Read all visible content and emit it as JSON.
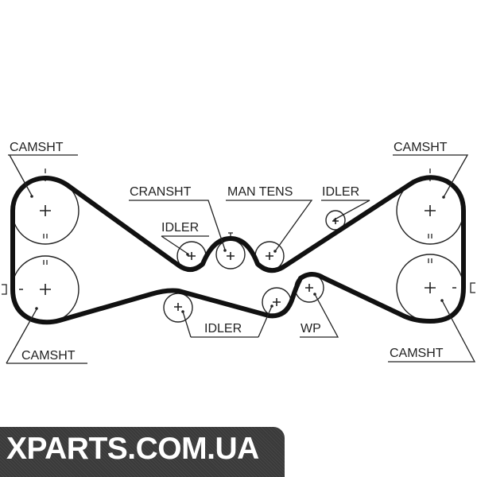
{
  "labels": {
    "camsht_top_left": "CAMSHT",
    "camsht_bottom_left": "CAMSHT",
    "cransht": "CRANSHT",
    "idler_left": "IDLER",
    "man_tens": "MAN TENS",
    "idler_right": "IDLER",
    "camsht_top_right": "CAMSHT",
    "camsht_bottom_right": "CAMSHT",
    "idler_lower": "IDLER",
    "wp": "WP"
  },
  "watermark": "XPARTS.COM.UA"
}
